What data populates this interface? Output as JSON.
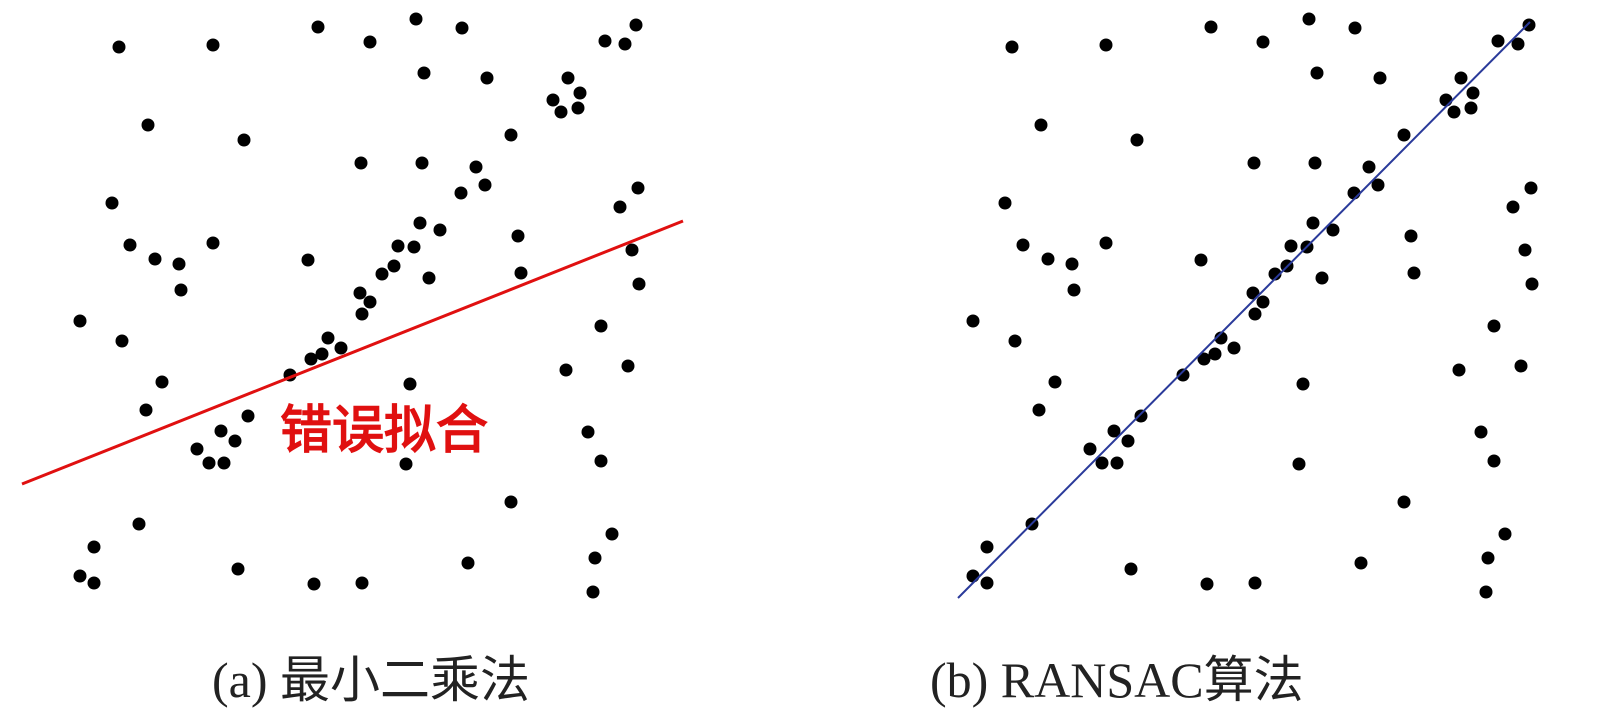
{
  "chart_data": [
    {
      "type": "scatter",
      "title": "(a) 最小二乘法",
      "annotation": "错误拟合",
      "fit_line": {
        "color": "#e01010",
        "from": [
          2,
          116
        ],
        "to": [
          663,
          379
        ]
      },
      "point_color": "#000000",
      "xlim": [
        0,
        670
      ],
      "ylim": [
        0,
        590
      ]
    },
    {
      "type": "scatter",
      "title": "(b) RANSAC算法",
      "fit_line": {
        "color": "#2a3a9a",
        "from": [
          45,
          2
        ],
        "to": [
          617,
          578
        ]
      },
      "point_color": "#000000",
      "xlim": [
        0,
        670
      ],
      "ylim": [
        0,
        590
      ]
    }
  ],
  "points": [
    [
      99,
      553
    ],
    [
      193,
      555
    ],
    [
      298,
      573
    ],
    [
      350,
      558
    ],
    [
      396,
      581
    ],
    [
      442,
      572
    ],
    [
      585,
      559
    ],
    [
      605,
      556
    ],
    [
      616,
      575
    ],
    [
      404,
      527
    ],
    [
      467,
      522
    ],
    [
      548,
      522
    ],
    [
      533,
      500
    ],
    [
      560,
      507
    ],
    [
      541,
      488
    ],
    [
      558,
      492
    ],
    [
      128,
      475
    ],
    [
      224,
      460
    ],
    [
      491,
      465
    ],
    [
      341,
      437
    ],
    [
      402,
      437
    ],
    [
      456,
      433
    ],
    [
      465,
      415
    ],
    [
      441,
      407
    ],
    [
      618,
      412
    ],
    [
      600,
      393
    ],
    [
      92,
      397
    ],
    [
      400,
      377
    ],
    [
      420,
      370
    ],
    [
      498,
      364
    ],
    [
      110,
      355
    ],
    [
      193,
      357
    ],
    [
      378,
      354
    ],
    [
      394,
      353
    ],
    [
      612,
      350
    ],
    [
      135,
      341
    ],
    [
      159,
      336
    ],
    [
      288,
      340
    ],
    [
      374,
      334
    ],
    [
      362,
      326
    ],
    [
      409,
      322
    ],
    [
      501,
      327
    ],
    [
      161,
      310
    ],
    [
      340,
      307
    ],
    [
      619,
      316
    ],
    [
      350,
      298
    ],
    [
      342,
      286
    ],
    [
      60,
      279
    ],
    [
      102,
      259
    ],
    [
      308,
      262
    ],
    [
      321,
      252
    ],
    [
      302,
      246
    ],
    [
      291,
      241
    ],
    [
      581,
      274
    ],
    [
      608,
      234
    ],
    [
      546,
      230
    ],
    [
      270,
      225
    ],
    [
      142,
      218
    ],
    [
      390,
      216
    ],
    [
      126,
      190
    ],
    [
      228,
      184
    ],
    [
      201,
      169
    ],
    [
      215,
      159
    ],
    [
      177,
      151
    ],
    [
      189,
      137
    ],
    [
      204,
      137
    ],
    [
      568,
      168
    ],
    [
      581,
      139
    ],
    [
      386,
      136
    ],
    [
      491,
      98
    ],
    [
      119,
      76
    ],
    [
      592,
      66
    ],
    [
      74,
      53
    ],
    [
      218,
      31
    ],
    [
      448,
      37
    ],
    [
      575,
      42
    ],
    [
      60,
      24
    ],
    [
      74,
      17
    ],
    [
      294,
      16
    ],
    [
      342,
      17
    ],
    [
      573,
      8
    ]
  ]
}
